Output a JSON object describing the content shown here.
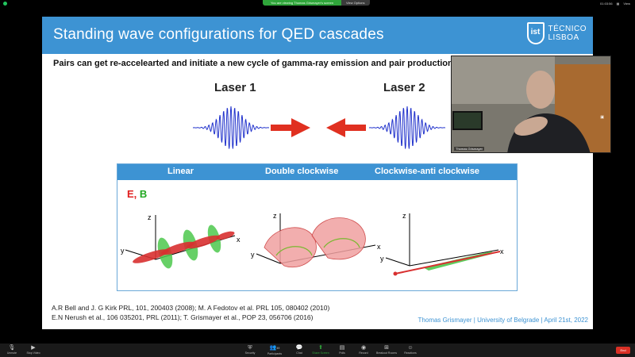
{
  "zoom": {
    "share_banner": "You are viewing Thomas Grismayer's screen",
    "view_options": "View Options",
    "clock": "01:03:56",
    "view_label": "View",
    "toolbar": [
      {
        "label": "Unmute",
        "icon": "microphone-icon"
      },
      {
        "label": "Stop Video",
        "icon": "video-icon"
      },
      {
        "label": "Security",
        "icon": "shield-icon"
      },
      {
        "label": "Participants",
        "icon": "people-icon",
        "count": "49"
      },
      {
        "label": "Chat",
        "icon": "chat-icon"
      },
      {
        "label": "Share Screen",
        "icon": "share-icon"
      },
      {
        "label": "Polls",
        "icon": "polls-icon"
      },
      {
        "label": "Record",
        "icon": "record-icon"
      },
      {
        "label": "Breakout Rooms",
        "icon": "breakout-icon"
      },
      {
        "label": "Reactions",
        "icon": "smile-icon"
      }
    ],
    "end_label": "End"
  },
  "slide": {
    "title": "Standing wave configurations for QED cascades",
    "logo_mark": "ist",
    "logo_line1": "TÉCNICO",
    "logo_line2": "LISBOA",
    "subtitle": "Pairs can get re-accelearted and initiate a new cycle of gamma-ray emission and pair production",
    "laser1": "Laser 1",
    "laser2": "Laser 2",
    "panel": {
      "col1": "Linear",
      "col2": "Double clockwise",
      "col3": "Clockwise-anti clockwise",
      "e_label": "E,",
      "b_label": "B",
      "axis_x": "x",
      "axis_y": "y",
      "axis_z": "z"
    },
    "ref1": "A.R Bell and J. G Kirk PRL, 101, 200403 (2008); M. A Fedotov et al. PRL 105, 080402 (2010)",
    "ref2": "E.N Nerush et al., 106  035201, PRL (2011); T. Grismayer et al., POP 23, 056706 (2016)",
    "credit": "Thomas Grismayer | University of Belgrade | April 21st, 2022"
  },
  "webcam": {
    "name": "Thomas Grismayer"
  },
  "colors": {
    "accent": "#3d93d3",
    "wave": "#2233cc",
    "arrow": "#e03020",
    "e_field": "#e02020",
    "b_field": "#22a822"
  }
}
